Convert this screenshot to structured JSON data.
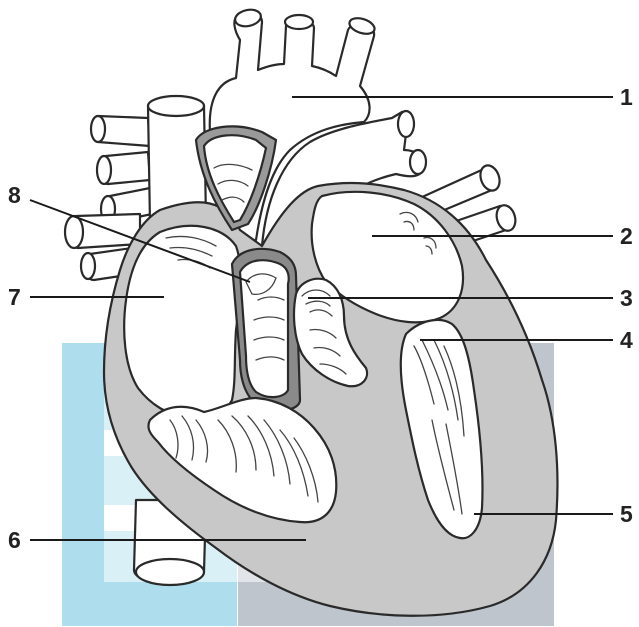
{
  "diagram": {
    "labels": [
      {
        "id": "1",
        "text": "1"
      },
      {
        "id": "2",
        "text": "2"
      },
      {
        "id": "3",
        "text": "3"
      },
      {
        "id": "4",
        "text": "4"
      },
      {
        "id": "5",
        "text": "5"
      },
      {
        "id": "6",
        "text": "6"
      },
      {
        "id": "7",
        "text": "7"
      },
      {
        "id": "8",
        "text": "8"
      }
    ],
    "colors": {
      "wall_fill": "#c8c8c8",
      "chamber_fill": "#ffffff",
      "outline": "#2a2a2a",
      "watermark_blue": "#6cc3df",
      "watermark_grey": "#8a96a6"
    }
  }
}
